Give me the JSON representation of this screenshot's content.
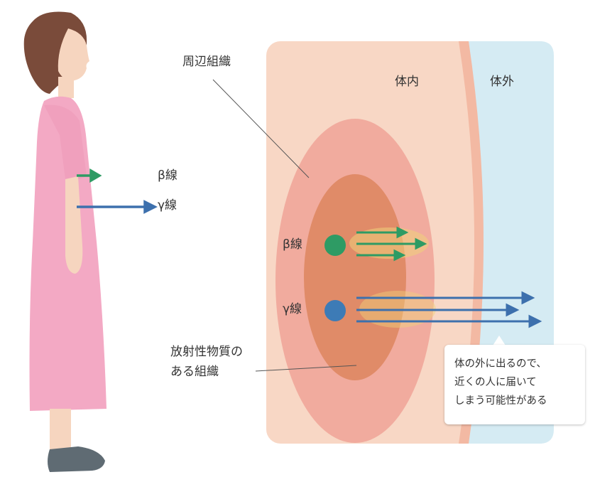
{
  "labels": {
    "peripheral_tissue": "周辺組織",
    "inside_body": "体内",
    "outside_body": "体外",
    "beta_ray_person": "β線",
    "gamma_ray_person": "γ線",
    "beta_ray_source": "β線",
    "gamma_ray_source": "γ線",
    "radioactive_tissue_line1": "放射性物質の",
    "radioactive_tissue_line2": "ある組織"
  },
  "callout": {
    "line1": "体の外に出るので、",
    "line2": "近くの人に届いて",
    "line3": "しまう可能性がある"
  },
  "colors": {
    "inside_body_bg": "#f8d7c5",
    "outside_body_bg": "#d5ebf3",
    "skin_boundary": "#f3b9a3",
    "peripheral_tissue": "#f1ab9e",
    "radioactive_tissue": "#e08b68",
    "beta_source": "#2e9b64",
    "gamma_source": "#3d7bb6",
    "beta_arrow": "#2e9b64",
    "gamma_arrow": "#3d70ad",
    "glow": "#efd27a",
    "gown": "#f3a9c4",
    "hair": "#7a4b3a",
    "skin": "#f6d5bf",
    "slipper": "#5f6b73"
  }
}
